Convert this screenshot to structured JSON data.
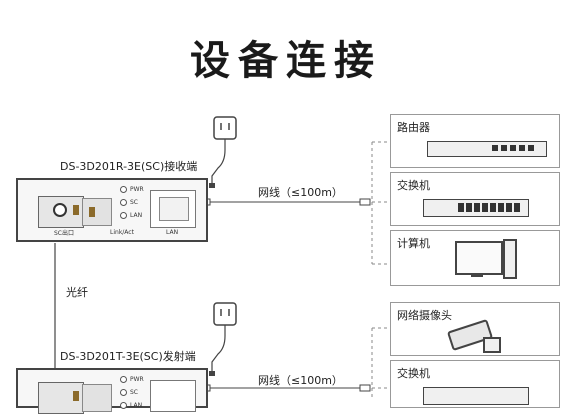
{
  "title": "设备连接",
  "receiver": {
    "model_label": "DS-3D201R-3E(SC)接收端",
    "leds": [
      "PWR",
      "SC",
      "LAN"
    ],
    "sc_port_label": "SC出口",
    "link_act_label": "Link/Act",
    "lan_port_label": "LAN"
  },
  "transmitter": {
    "model_label": "DS-3D201T-3E(SC)发射端",
    "leds": [
      "PWR",
      "SC",
      "LAN"
    ]
  },
  "fiber_label": "光纤",
  "cable_top_label": "网线（≤100m）",
  "cable_bottom_label": "网线（≤100m）",
  "right_top_devices": [
    "路由器",
    "交换机",
    "计算机"
  ],
  "right_bottom_devices": [
    "网络摄像头",
    "交换机"
  ]
}
